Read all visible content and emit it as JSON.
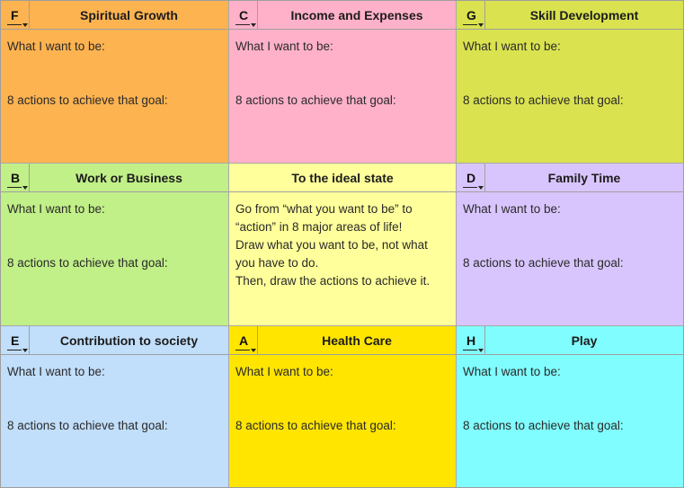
{
  "common": {
    "want_label": "What I want to be:",
    "actions_label": "8 actions to achieve that goal:"
  },
  "cells": {
    "spiritual": {
      "letter": "F",
      "title": "Spiritual Growth",
      "color": "#fdb350"
    },
    "income": {
      "letter": "C",
      "title": "Income and Expenses",
      "color": "#ffb1ca"
    },
    "skill": {
      "letter": "G",
      "title": "Skill Development",
      "color": "#dae24f"
    },
    "work": {
      "letter": "B",
      "title": "Work or Business",
      "color": "#c1ef88"
    },
    "center": {
      "title": "To the ideal state",
      "color": "#ffff9b",
      "lines": [
        "Go from “what you want to be” to",
        "“action” in 8 major areas of life!",
        "Draw what you want to be, not what",
        "you have to do.",
        "Then, draw the actions to achieve it."
      ]
    },
    "family": {
      "letter": "D",
      "title": "Family Time",
      "color": "#d9c5fe"
    },
    "society": {
      "letter": "E",
      "title": "Contribution to society",
      "color": "#c1defa"
    },
    "health": {
      "letter": "A",
      "title": "Health Care",
      "color": "#ffe500"
    },
    "play": {
      "letter": "H",
      "title": "Play",
      "color": "#80fdfe"
    }
  }
}
